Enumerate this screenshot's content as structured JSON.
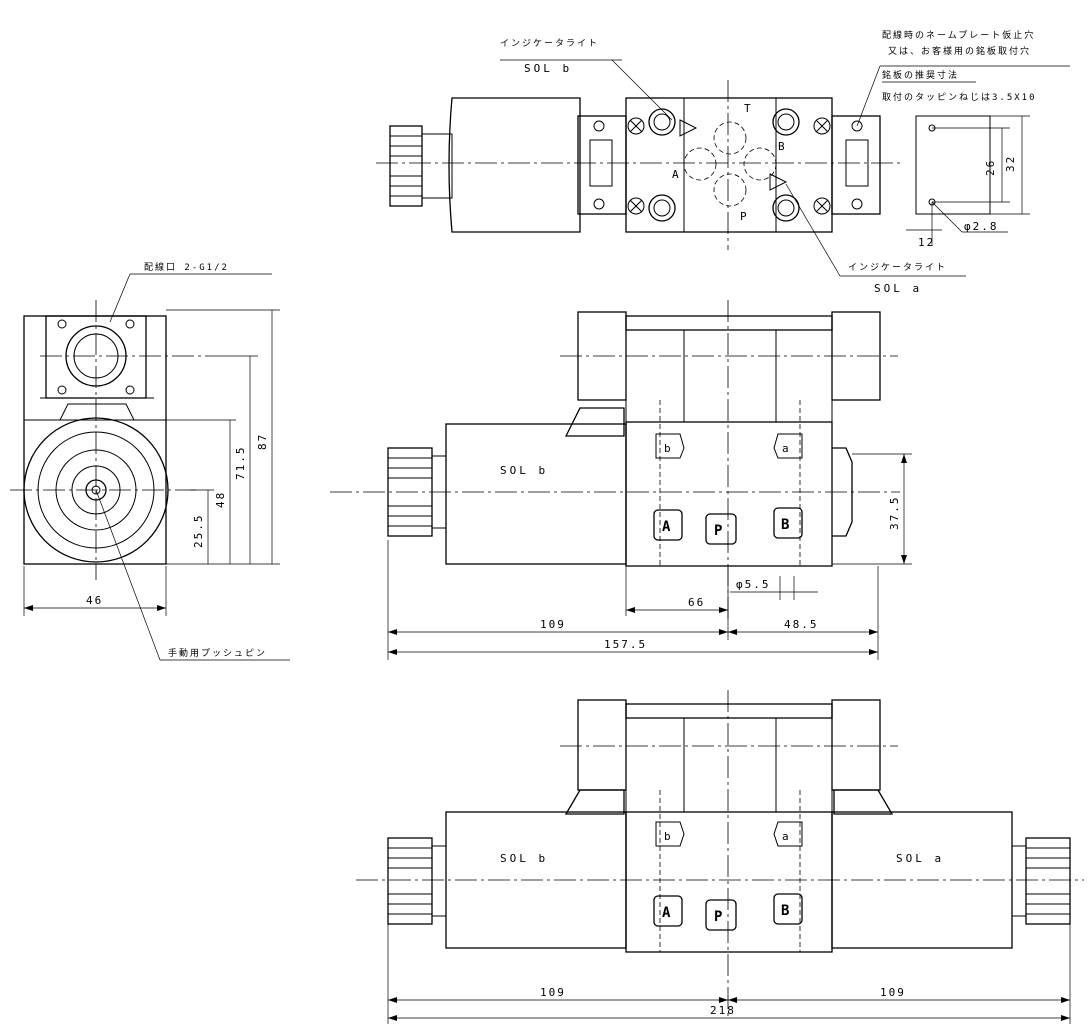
{
  "top_view": {
    "callout_indicator_b": "インジケータライト",
    "callout_sol_b": "SOL  b",
    "callout_indicator_a": "インジケータライト",
    "callout_sol_a": "SOL  a",
    "nameplate_note_1": "配線時のネームプレート仮止穴",
    "nameplate_note_2": "又は、お客様用の銘板取付穴",
    "plate_size_title": "銘板の推奨寸法",
    "plate_screw_note": "取付のタッピンねじは3.5X10",
    "port_t": "T",
    "port_a": "A",
    "port_b": "B",
    "port_p": "P",
    "dim_26": "26",
    "dim_32": "32",
    "dim_12": "12",
    "dim_hole": "φ2.8"
  },
  "side_view": {
    "wiring_port_label": "配線口 2-G1/2",
    "manual_pin_label": "手動用プッシュピン",
    "dim_46": "46",
    "dim_25_5": "25.5",
    "dim_48": "48",
    "dim_71_5": "71.5",
    "dim_87": "87"
  },
  "front_view": {
    "sol_b": "SOL  b",
    "letter_b": "b",
    "letter_a": "a",
    "port_a": "A",
    "port_p": "P",
    "port_b": "B",
    "dim_37_5": "37.5",
    "dim_5_5": "φ5.5",
    "dim_66": "66",
    "dim_109": "109",
    "dim_48_5": "48.5",
    "dim_157_5": "157.5"
  },
  "double_view": {
    "sol_b": "SOL  b",
    "sol_a": "SOL  a",
    "letter_b": "b",
    "letter_a": "a",
    "port_a": "A",
    "port_p": "P",
    "port_b": "B",
    "dim_109_left": "109",
    "dim_109_right": "109",
    "dim_218": "218"
  }
}
